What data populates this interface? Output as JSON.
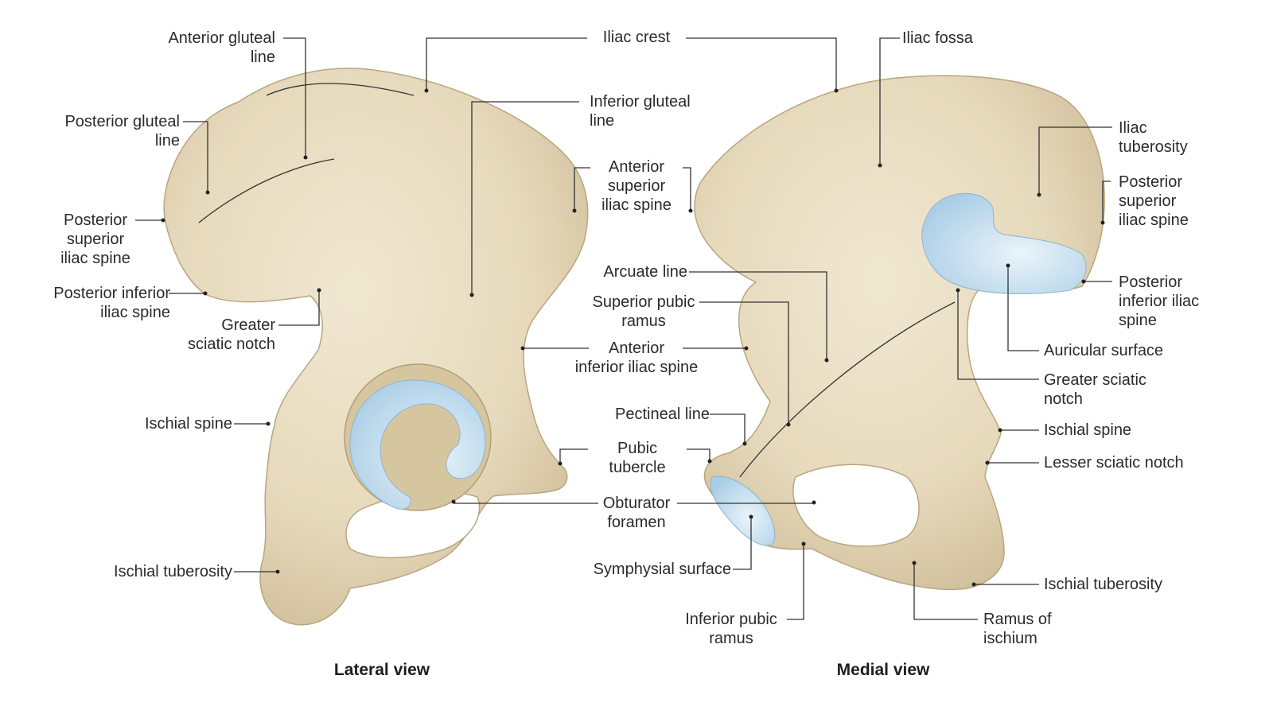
{
  "colors": {
    "bone": "#e8dcc0",
    "bone_shadow": "#c9b994",
    "cartilage": "#bcd9ec",
    "cartilage_light": "#e6f1f8",
    "line": "#333333",
    "text": "#2b2b2b"
  },
  "views": {
    "lateral": {
      "caption": "Lateral view"
    },
    "medial": {
      "caption": "Medial view"
    }
  },
  "labels": {
    "anterior_gluteal_line": [
      "Anterior gluteal",
      "line"
    ],
    "posterior_gluteal_line": [
      "Posterior gluteal",
      "line"
    ],
    "lat_posterior_superior_iliac_spine": [
      "Posterior",
      "superior",
      "iliac spine"
    ],
    "lat_posterior_inferior_iliac_spine": [
      "Posterior inferior",
      "iliac spine"
    ],
    "lat_greater_sciatic_notch": [
      "Greater",
      "sciatic notch"
    ],
    "lat_ischial_spine": [
      "Ischial spine"
    ],
    "lat_ischial_tuberosity": [
      "Ischial tuberosity"
    ],
    "iliac_crest": [
      "Iliac crest"
    ],
    "inferior_gluteal_line": [
      "Inferior gluteal",
      "line"
    ],
    "anterior_superior_iliac_spine": [
      "Anterior",
      "superior",
      "iliac spine"
    ],
    "arcuate_line": [
      "Arcuate line"
    ],
    "superior_pubic_ramus": [
      "Superior pubic",
      "ramus"
    ],
    "anterior_inferior_iliac_spine": [
      "Anterior",
      "inferior iliac spine"
    ],
    "pectineal_line": [
      "Pectineal line"
    ],
    "pubic_tubercle": [
      "Pubic",
      "tubercle"
    ],
    "obturator_foramen": [
      "Obturator",
      "foramen"
    ],
    "symphysial_surface": [
      "Symphysial surface"
    ],
    "inferior_pubic_ramus": [
      "Inferior pubic",
      "ramus"
    ],
    "iliac_fossa": [
      "Iliac fossa"
    ],
    "iliac_tuberosity": [
      "Iliac",
      "tuberosity"
    ],
    "med_posterior_superior_iliac_spine": [
      "Posterior",
      "superior",
      "iliac spine"
    ],
    "med_posterior_inferior_iliac_spine": [
      "Posterior",
      "inferior iliac",
      "spine"
    ],
    "auricular_surface": [
      "Auricular surface"
    ],
    "med_greater_sciatic_notch": [
      "Greater sciatic",
      "notch"
    ],
    "med_ischial_spine": [
      "Ischial spine"
    ],
    "lesser_sciatic_notch": [
      "Lesser sciatic notch"
    ],
    "med_ischial_tuberosity": [
      "Ischial tuberosity"
    ],
    "ramus_of_ischium": [
      "Ramus of",
      "ischium"
    ]
  }
}
